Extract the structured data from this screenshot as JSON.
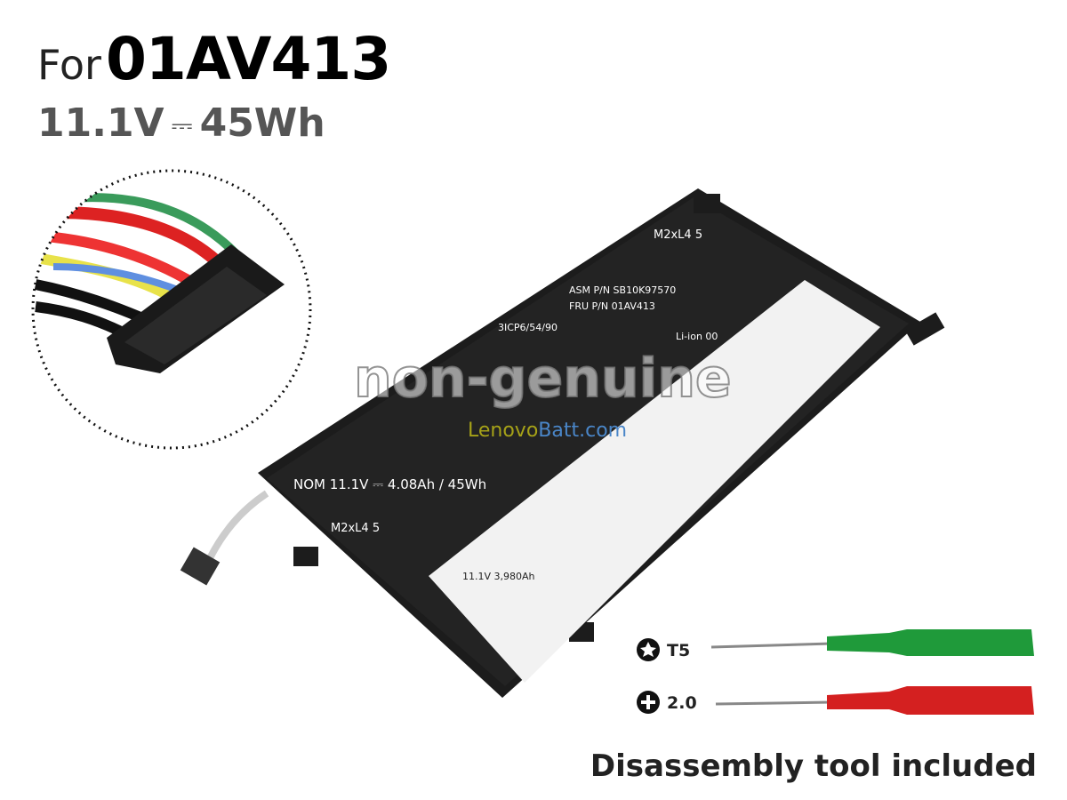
{
  "header": {
    "prefix": "For",
    "model": "01AV413"
  },
  "spec": {
    "voltage": "11.1V",
    "dc_symbol": "⎓",
    "energy": "45Wh"
  },
  "battery_label": {
    "nominal": "NOM 11.1V ⎓ 4.08Ah / 45Wh",
    "cell_code": "3ICP6/54/90",
    "asm_pn": "ASM P/N  SB10K97570",
    "fru_pn": "FRU P/N  01AV413",
    "screw_top": "M2xL4 5",
    "screw_left": "M2xL4 5",
    "liion": "Li-ion 00",
    "capacity": "11.1V 3,980Ah"
  },
  "watermark": {
    "text": "non-genuine",
    "site_part1": "Lenovo",
    "site_part2": "Batt.com"
  },
  "tools": [
    {
      "icon": "torx-icon",
      "label": "T5",
      "handle_color": "#1f9a3a"
    },
    {
      "icon": "phillips-icon",
      "label": "2.0",
      "handle_color": "#d42020"
    }
  ],
  "footer": {
    "caption": "Disassembly tool included"
  }
}
